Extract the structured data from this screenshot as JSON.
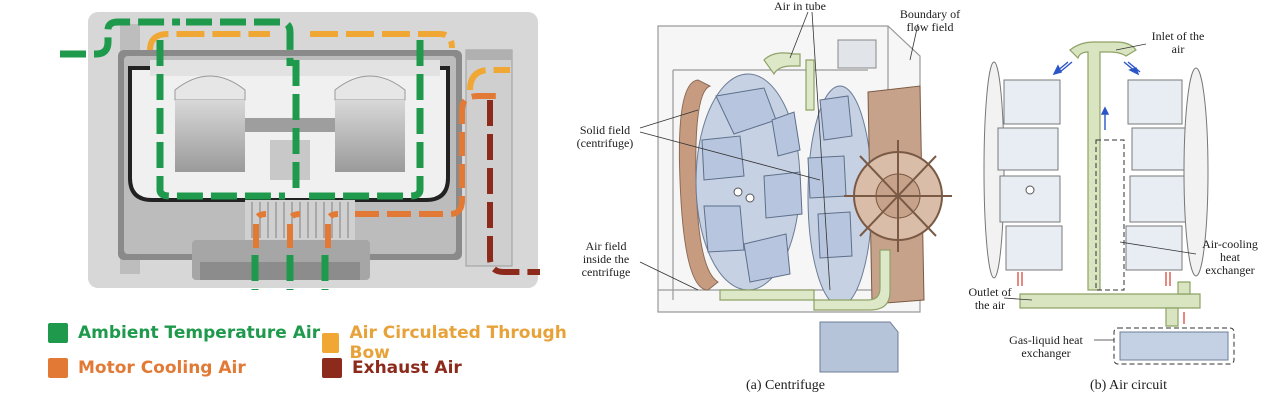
{
  "colors": {
    "ambient": "#1f9a4c",
    "bowl": "#f0a733",
    "motor": "#e27a35",
    "exhaust": "#8c2a1c"
  },
  "legend": {
    "ambient": "Ambient Temperature Air",
    "bowl": "Air Circulated Through Bow",
    "motor": "Motor Cooling Air",
    "exhaust": "Exhaust Air"
  },
  "centrifuge_panel": {
    "air_in_tube": "Air in tube",
    "boundary": "Boundary of flow field",
    "solid_field": "Solid field (centrifuge)",
    "air_field": "Air field inside the centrifuge",
    "caption": "(a) Centrifuge"
  },
  "circuit_panel": {
    "inlet": "Inlet of the air",
    "air_cooling": "Air-cooling heat exchanger",
    "outlet": "Outlet of the air",
    "gas_liquid": "Gas-liquid heat exchanger",
    "caption": "(b) Air circuit"
  }
}
